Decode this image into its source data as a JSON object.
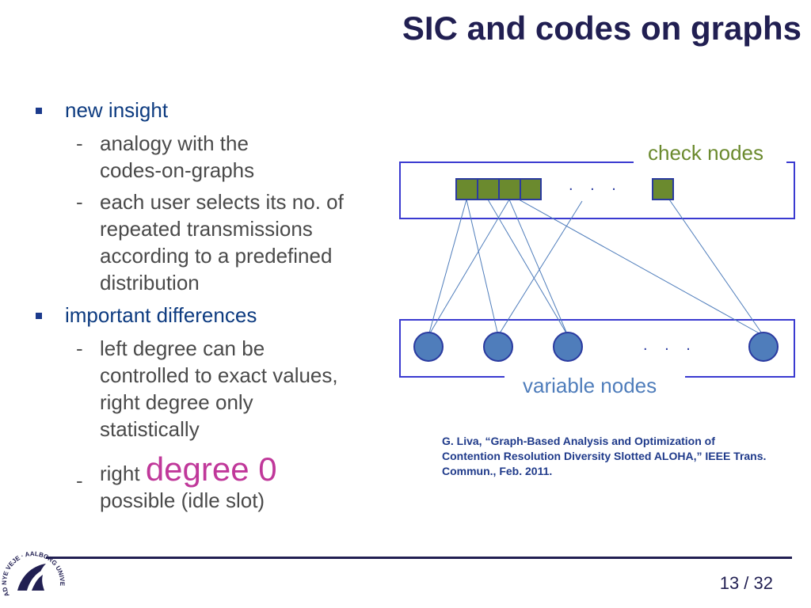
{
  "title": "SIC and codes on graphs",
  "bullets": [
    {
      "text": "new insight",
      "subs": [
        {
          "lines": [
            "analogy with the",
            "codes-on-graphs"
          ]
        },
        {
          "lines": [
            "each user selects its no. of",
            "repeated transmissions",
            "according to a predefined",
            "distribution"
          ]
        }
      ]
    },
    {
      "text": "important differences",
      "subs": [
        {
          "lines": [
            "left degree can be",
            "controlled to exact values,",
            "right degree only",
            "statistically"
          ]
        },
        {
          "prefix": "right",
          "highlight": "degree 0",
          "suffix": "possible (idle slot)"
        }
      ]
    }
  ],
  "diagram": {
    "check_label": "check nodes",
    "variable_label": "variable nodes",
    "ellipsis": ". . .",
    "check_color": "#6b8a2e",
    "variable_color": "#4f7dbb",
    "edge_color": "#4f7dbb"
  },
  "reference": "G. Liva, “Graph-Based Analysis and Optimization of Contention Resolution Diversity Slotted ALOHA,” IEEE Trans. Commun., Feb. 2011.",
  "page": "13 / 32",
  "logo": {
    "text": "AD NYE VEJE · AALBORG UNIVERSITET"
  }
}
